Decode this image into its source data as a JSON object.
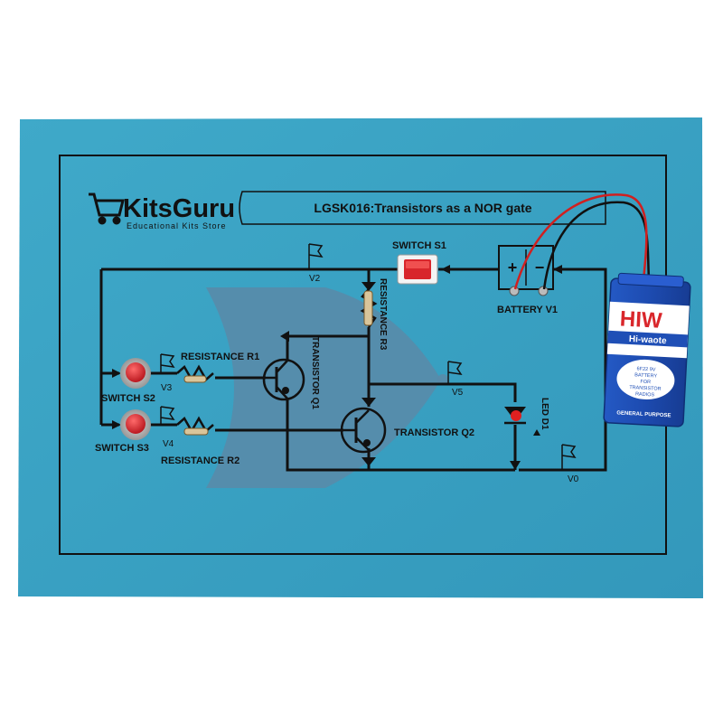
{
  "brand": {
    "logo_text": "KitsGuru",
    "tagline": "Educational Kits Store"
  },
  "board": {
    "title": "LGSK016:Transistors as a NOR gate"
  },
  "labels": {
    "switch_s1": "SWITCH S1",
    "switch_s2": "SWITCH S2",
    "switch_s3": "SWITCH S3",
    "battery_v1": "BATTERY V1",
    "resistance_r1": "RESISTANCE R1",
    "resistance_r2": "RESISTANCE R2",
    "resistance_r3": "RESISTANCE R3",
    "transistor_q1": "TRANSISTOR Q1",
    "transistor_q2": "TRANSISTOR Q2",
    "led_d1": "LED D1",
    "node_v0": "V0",
    "node_v2": "V2",
    "node_v3": "V3",
    "node_v4": "V4",
    "node_v5": "V5",
    "plus": "+",
    "minus": "−"
  },
  "battery": {
    "brand": "HIW",
    "model": "Hi-waote",
    "spec_line1": "6F22 9V",
    "spec_line2": "BATTERY",
    "spec_line3": "FOR",
    "spec_line4": "TRANSISTOR",
    "spec_line5": "RADIOS",
    "footer": "GENERAL PURPOSE"
  },
  "colors": {
    "board": "#3aa3c4",
    "nor_gate_shape": "#5b8aa8",
    "ink": "#111111",
    "battery_blue": "#1f4fb6",
    "battery_red": "#d9262b",
    "button_red": "#d8262c",
    "led_red": "#e02020"
  }
}
